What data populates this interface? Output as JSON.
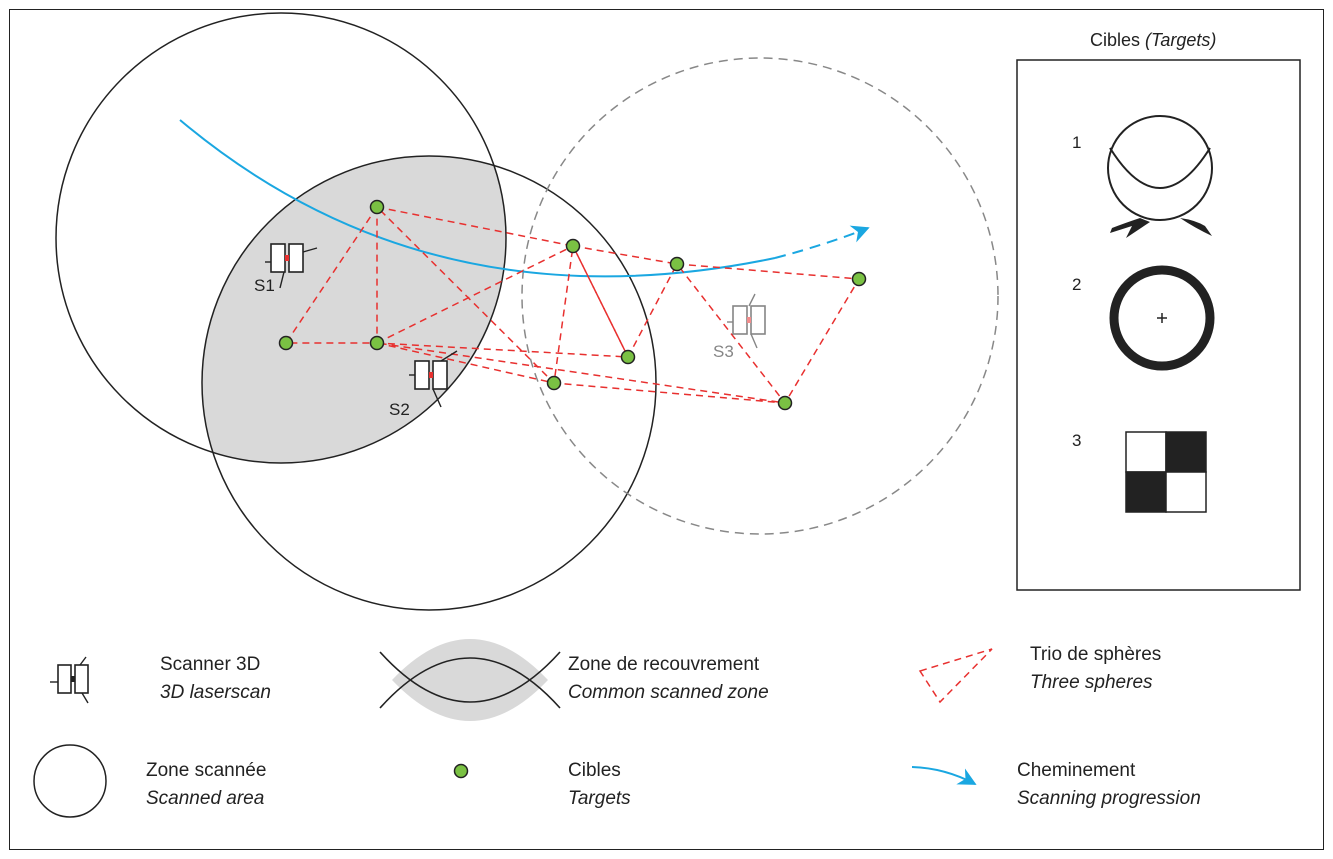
{
  "diagram": {
    "scanners": [
      {
        "id": "S1",
        "label": "S1"
      },
      {
        "id": "S2",
        "label": "S2"
      },
      {
        "id": "S3",
        "label": "S3"
      }
    ],
    "colors": {
      "overlap_fill": "#d9d9d9",
      "target_fill": "#7ac143",
      "triangle_stroke": "#e8302f",
      "path_stroke": "#1aa7e1",
      "line": "#222222",
      "dashed_circle": "#888888"
    }
  },
  "target_panel": {
    "title": "Cibles",
    "title_italic": "(Targets)",
    "items": [
      {
        "number": "1",
        "icon": "sphere-target-icon"
      },
      {
        "number": "2",
        "icon": "ring-target-icon"
      },
      {
        "number": "3",
        "icon": "checkerboard-target-icon"
      }
    ]
  },
  "legend": {
    "scanner": {
      "line1": "Scanner 3D",
      "line2": "3D laserscan",
      "icon": "scanner-icon"
    },
    "overlap": {
      "line1": "Zone de recouvrement",
      "line2": "Common scanned zone",
      "icon": "overlap-zone-icon"
    },
    "trio": {
      "line1": "Trio de sphères",
      "line2": "Three spheres",
      "icon": "dashed-triangle-icon"
    },
    "area": {
      "line1": "Zone scannée",
      "line2": "Scanned area",
      "icon": "circle-icon"
    },
    "targets": {
      "line1": "Cibles",
      "line2": "Targets",
      "icon": "target-dot-icon"
    },
    "path": {
      "line1": "Cheminement",
      "line2": "Scanning progression",
      "icon": "blue-arrow-icon"
    }
  }
}
